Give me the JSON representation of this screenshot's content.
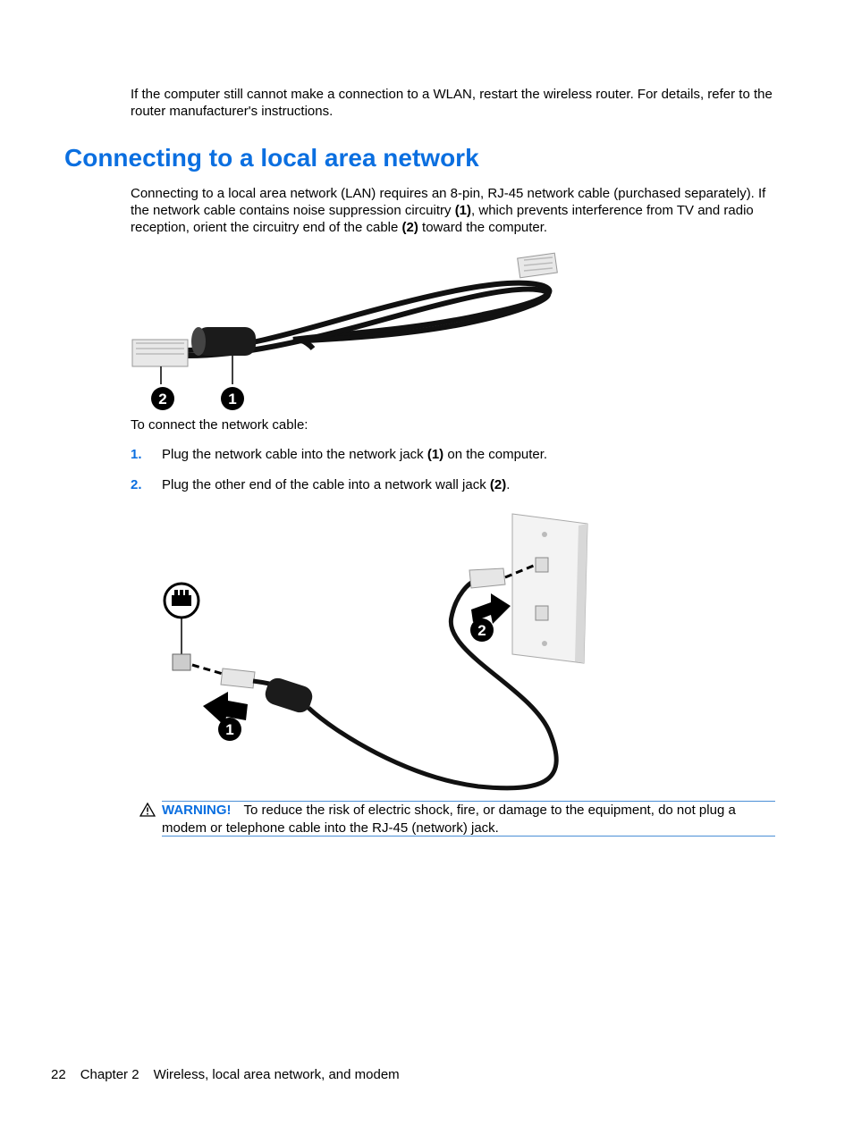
{
  "intro": {
    "text": "If the computer still cannot make a connection to a WLAN, restart the wireless router. For details, refer to the router manufacturer's instructions."
  },
  "section": {
    "heading": "Connecting to a local area network",
    "para_part1": "Connecting to a local area network (LAN) requires an 8-pin, RJ-45 network cable (purchased separately). If the network cable contains noise suppression circuitry ",
    "para_bold1": "(1)",
    "para_part2": ", which prevents interference from TV and radio reception, orient the circuitry end of the cable ",
    "para_bold2": "(2)",
    "para_part3": " toward the computer."
  },
  "figure1": {
    "callout_1": "1",
    "callout_2": "2"
  },
  "connect_intro": "To connect the network cable:",
  "steps": [
    {
      "num": "1.",
      "text_a": "Plug the network cable into the network jack ",
      "bold": "(1)",
      "text_b": " on the computer."
    },
    {
      "num": "2.",
      "text_a": "Plug the other end of the cable into a network wall jack ",
      "bold": "(2)",
      "text_b": "."
    }
  ],
  "figure2": {
    "callout_1": "1",
    "callout_2": "2"
  },
  "warning": {
    "label": "WARNING!",
    "text": "To reduce the risk of electric shock, fire, or damage to the equipment, do not plug a modem or telephone cable into the RJ-45 (network) jack.",
    "icon": "warning-triangle-icon"
  },
  "footer": {
    "page_number": "22",
    "chapter": "Chapter 2",
    "chapter_title": "Wireless, local area network, and modem"
  },
  "colors": {
    "accent": "#0b6fe0",
    "rule": "#4a8fd6"
  }
}
